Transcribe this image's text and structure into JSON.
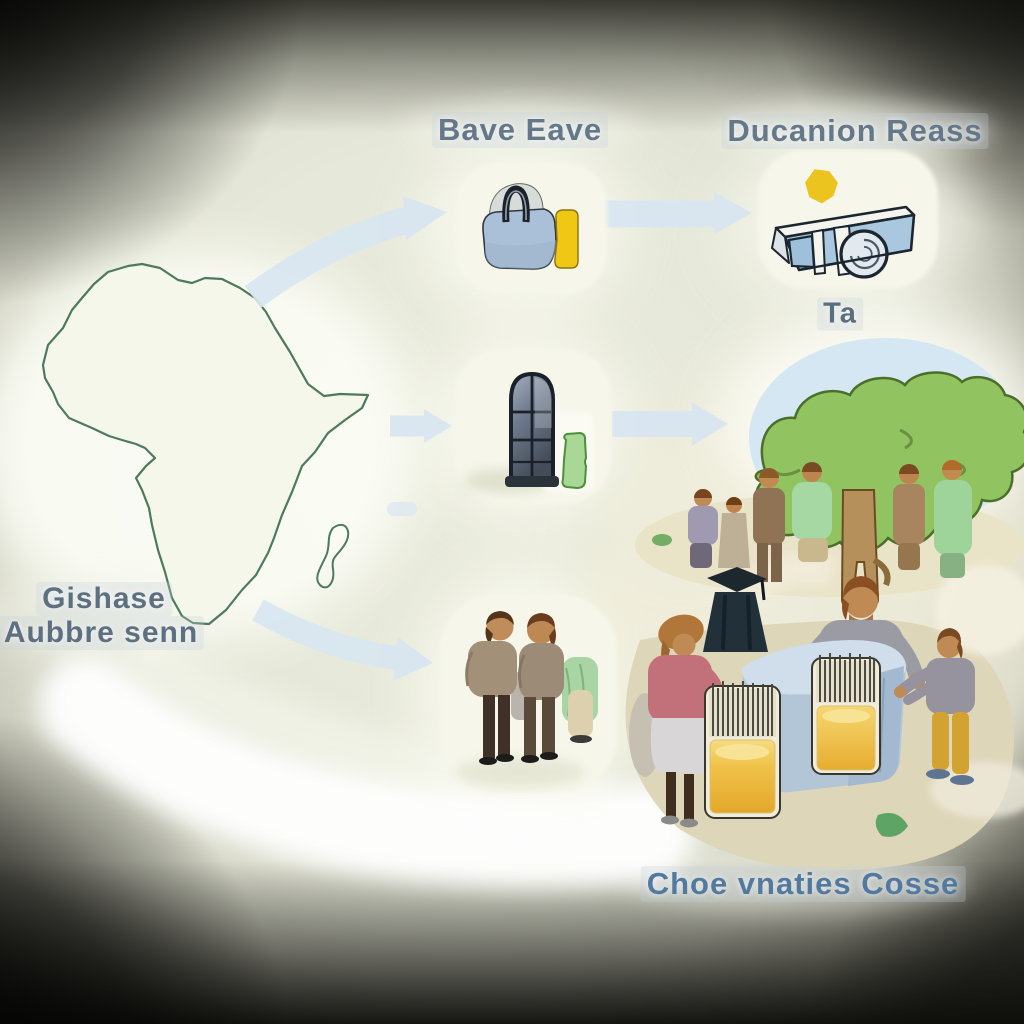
{
  "diagram": {
    "map": {
      "name": "africa-map",
      "label_line1": "Gishase",
      "label_line2": "Aubbre senn"
    },
    "nodes": [
      {
        "label": "Bave Eave",
        "icon": "handbag-and-jar-icon"
      },
      {
        "label": "Ducanion Reass",
        "sublabel": "Ta",
        "icon": "wagon-with-star-icon"
      },
      {
        "label": "",
        "icon": "arched-window-icon"
      },
      {
        "label": "",
        "icon": "people-group-icon"
      }
    ],
    "scene": {
      "caption": "Choe vnaties Cosse",
      "elements": [
        "tree",
        "villagers",
        "graduate-figure",
        "market-table",
        "honey-jars",
        "mother-figure",
        "father-figure",
        "child-figure"
      ]
    },
    "palette": {
      "label_text": "#64788a",
      "caption_text": "#527aa1",
      "arrow_blue": "#d8e6f1",
      "map_outline": "#4d7a5f",
      "accent_yellow": "#eec91a",
      "tree_green": "#92c361",
      "jar_amber": "#e8b73c",
      "sky_blue": "#d4e7f3"
    }
  }
}
